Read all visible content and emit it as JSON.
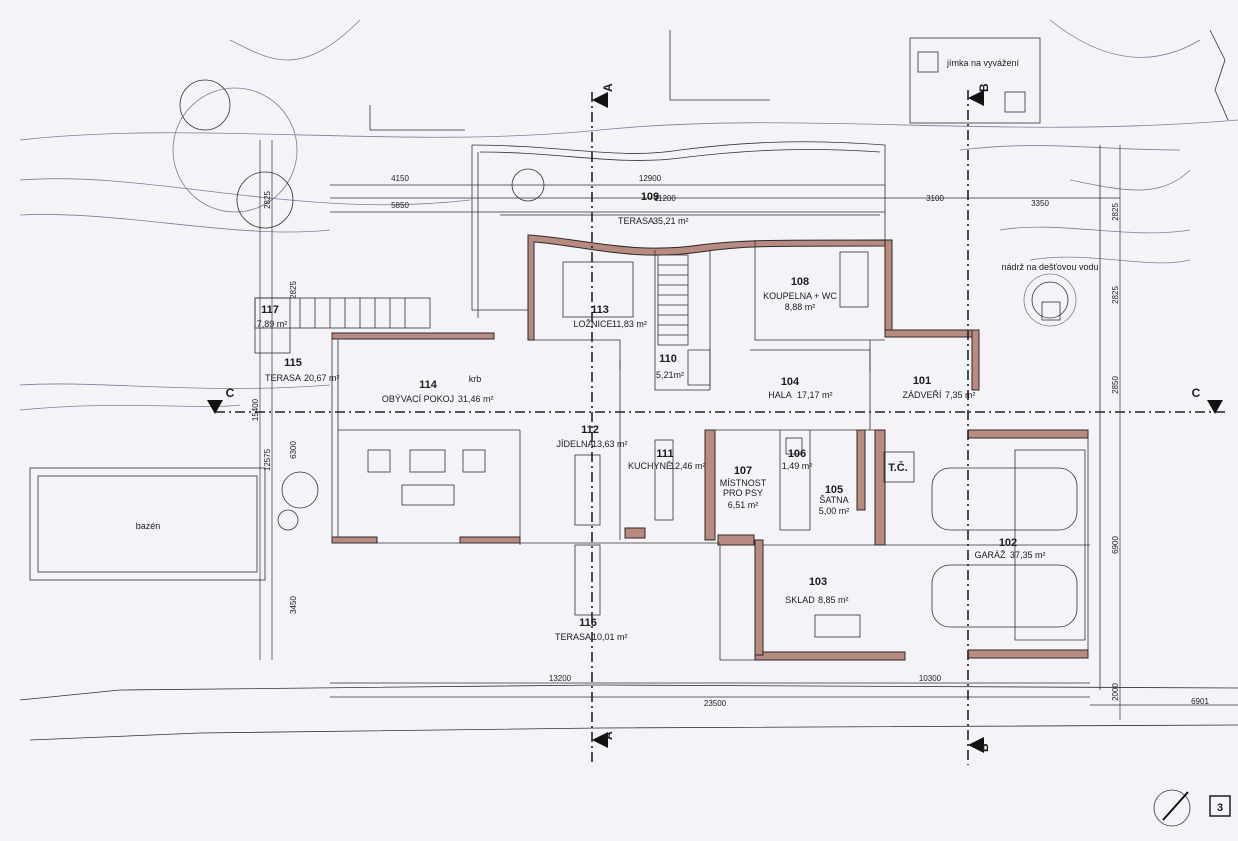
{
  "rooms": [
    {
      "id": "101",
      "name": "ZÁDVEŘÍ",
      "area": "7,35 m²"
    },
    {
      "id": "102",
      "name": "GARÁŽ",
      "area": "37,35 m²"
    },
    {
      "id": "103",
      "name": "SKLAD",
      "area": "8,85 m²"
    },
    {
      "id": "104",
      "name": "HALA",
      "area": "17,17 m²"
    },
    {
      "id": "105",
      "name": "ŠATNA",
      "area": "5,00 m²"
    },
    {
      "id": "106",
      "name": "",
      "area": "1,49 m²"
    },
    {
      "id": "107",
      "name": "MÍSTNOST",
      "name2": "PRO PSY",
      "area": "6,51 m²"
    },
    {
      "id": "108",
      "name": "KOUPELNA + WC",
      "area": "8,88 m²"
    },
    {
      "id": "109",
      "name": "TERASA",
      "area": "35,21 m²"
    },
    {
      "id": "110",
      "name": "",
      "area": "5,21m²"
    },
    {
      "id": "111",
      "name": "KUCHYNĚ",
      "area": "12,46 m²"
    },
    {
      "id": "112",
      "name": "JÍDELNA",
      "area": "13,63 m²"
    },
    {
      "id": "113",
      "name": "LOŽNICE",
      "area": "11,83 m²"
    },
    {
      "id": "114",
      "name": "OBÝVACÍ POKOJ",
      "area": "31,46 m²"
    },
    {
      "id": "115",
      "name": "TERASA",
      "area": "20,67 m²"
    },
    {
      "id": "116",
      "name": "TERASA",
      "area": "10,01 m²"
    },
    {
      "id": "117",
      "name": "",
      "area": "7,89 m²"
    }
  ],
  "labels": {
    "krb": "krb",
    "tc": "T.Č.",
    "bazen": "bazén",
    "jimka": "jímka na vyvážení",
    "nadrz": "nádrž na dešťovou vodu",
    "page": "3"
  },
  "sections": {
    "a": "A",
    "b": "B",
    "c": "C"
  },
  "dimensions": {
    "d4150": "4150",
    "d12900": "12900",
    "d5850": "5850",
    "d11200": "11200",
    "d3100": "3100",
    "d3350": "3350",
    "d2825": "2825",
    "d2850": "2850",
    "d6900": "6900",
    "d2000": "2000",
    "d6901": "6901",
    "d13200": "13200",
    "d10300": "10300",
    "d23500": "23500",
    "d15400": "15400",
    "d12575": "12575",
    "d6300": "6300",
    "d3450": "3450"
  },
  "colors": {
    "brick": "#b98b80",
    "line": "#222222",
    "paper": "#f3f3f8"
  }
}
